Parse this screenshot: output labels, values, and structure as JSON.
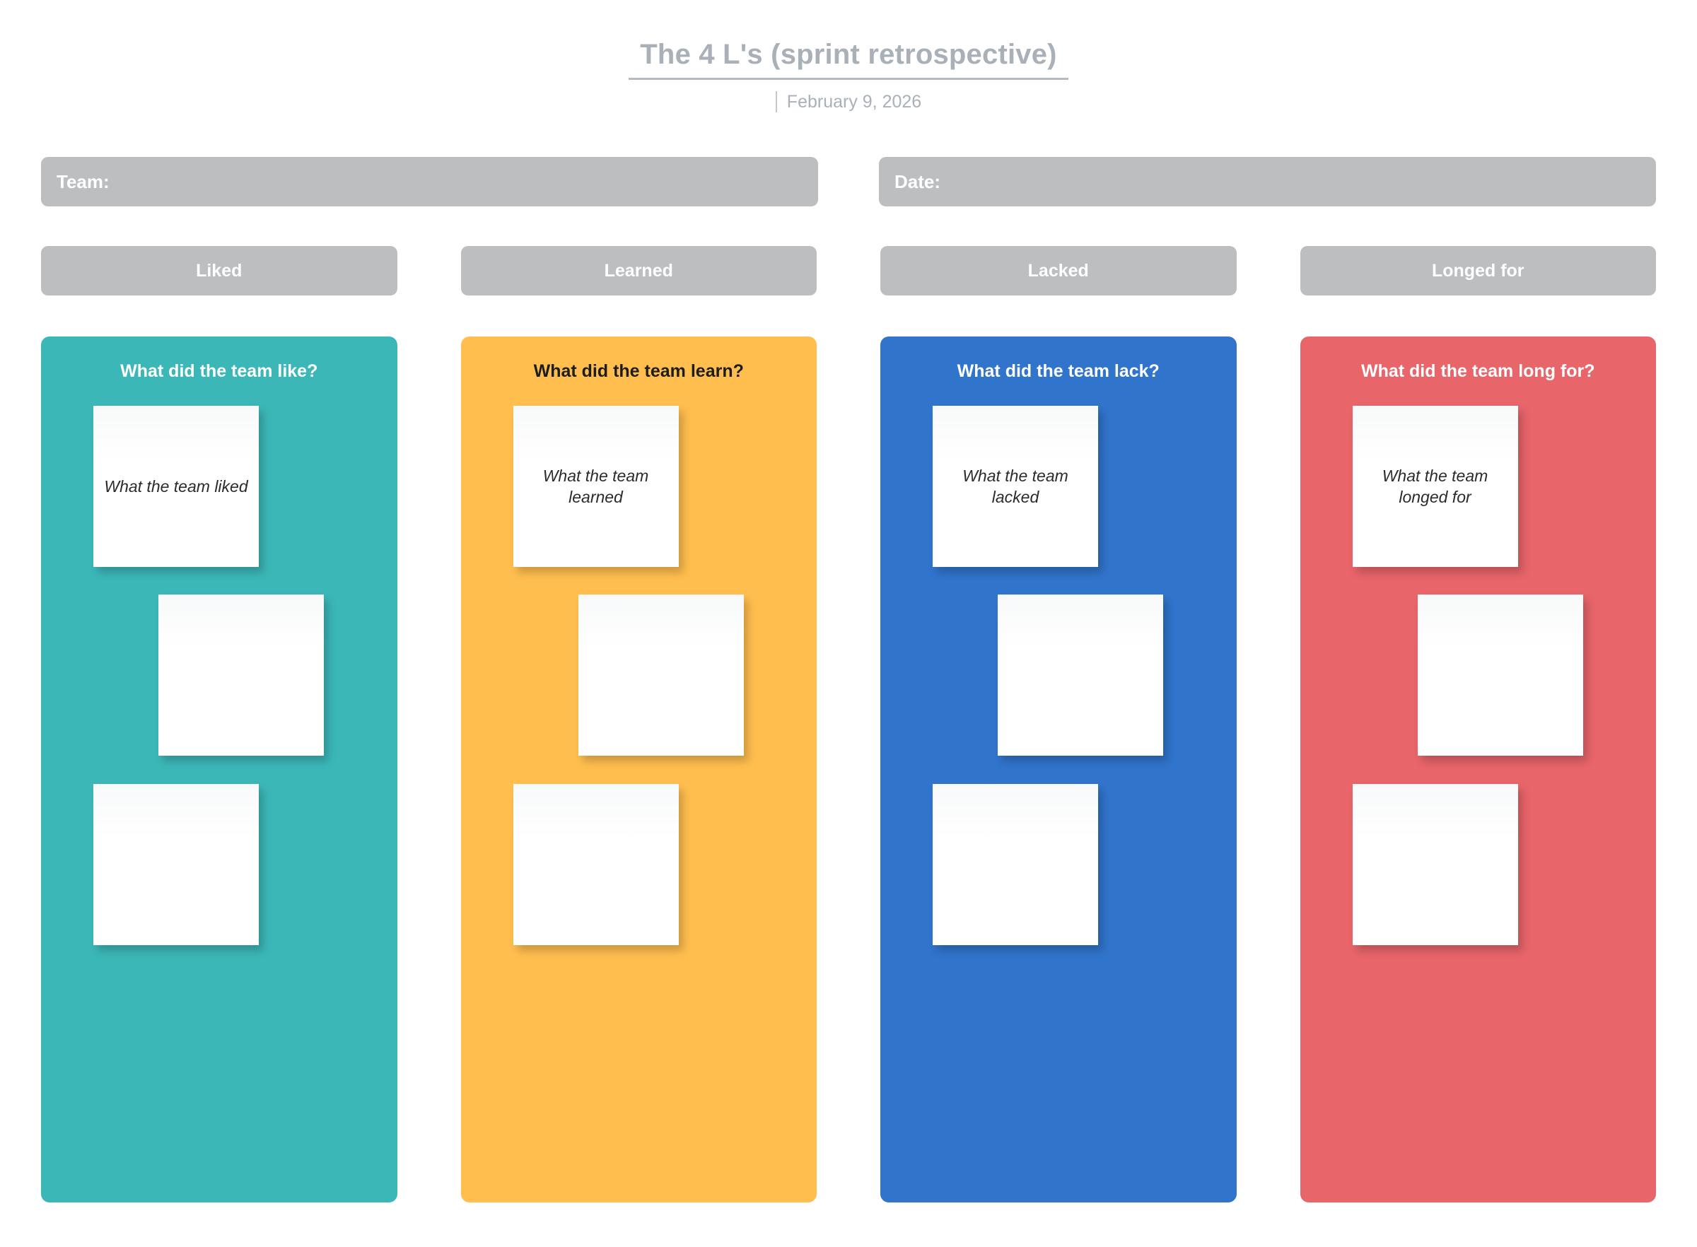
{
  "header": {
    "title": "The 4 L's (sprint retrospective)",
    "date": "February 9, 2026",
    "divider_icon": "vertical-bar-icon"
  },
  "meta": {
    "team_label": "Team:",
    "team_value": "",
    "date_label": "Date:",
    "date_value": ""
  },
  "pills": [
    {
      "label": "Liked"
    },
    {
      "label": "Learned"
    },
    {
      "label": "Lacked"
    },
    {
      "label": "Longed for"
    }
  ],
  "columns": [
    {
      "key": "liked",
      "title": "What did the team like?",
      "color": "#3BB7B8",
      "title_color": "#ffffff",
      "notes": [
        {
          "text": "What the team liked"
        },
        {
          "text": ""
        },
        {
          "text": ""
        }
      ]
    },
    {
      "key": "learned",
      "title": "What did the team learn?",
      "color": "#FFBE4E",
      "title_color": "#1d1d1d",
      "notes": [
        {
          "text": "What the team learned"
        },
        {
          "text": ""
        },
        {
          "text": ""
        }
      ]
    },
    {
      "key": "lacked",
      "title": "What did the team lack?",
      "color": "#3074CC",
      "title_color": "#ffffff",
      "notes": [
        {
          "text": "What the team lacked"
        },
        {
          "text": ""
        },
        {
          "text": ""
        }
      ]
    },
    {
      "key": "longed-for",
      "title": "What did the team long for?",
      "color": "#E8656A",
      "title_color": "#ffffff",
      "notes": [
        {
          "text": "What the team longed for"
        },
        {
          "text": ""
        },
        {
          "text": ""
        }
      ]
    }
  ],
  "palette": {
    "gray_bar": "#BCBEC0",
    "title_gray": "#AAB0B8",
    "note_white": "#FFFFFF",
    "page_background": "#FFFFFF"
  }
}
